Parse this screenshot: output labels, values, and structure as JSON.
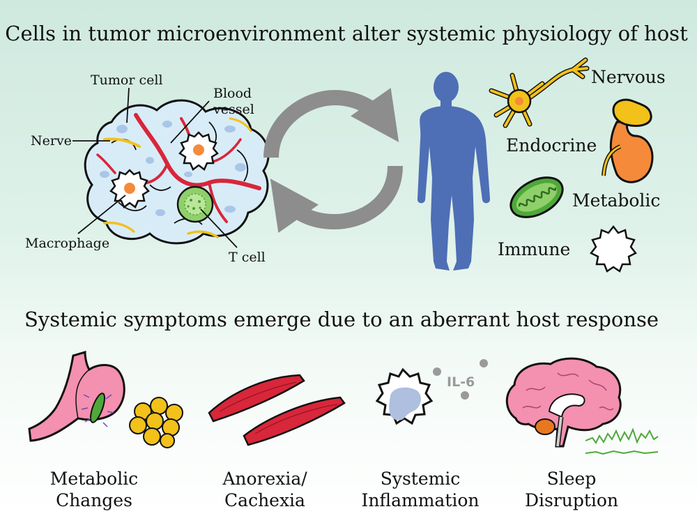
{
  "titles": {
    "top": "Cells in tumor microenvironment alter systemic physiology of host",
    "bottom": "Systemic symptoms emerge due to an aberrant host response"
  },
  "tumor_labels": {
    "tumor_cell": "Tumor cell",
    "blood_vessel_1": "Blood",
    "blood_vessel_2": "vessel",
    "nerve": "Nerve",
    "macrophage": "Macrophage",
    "t_cell": "T cell"
  },
  "systems": {
    "nervous": "Nervous",
    "endocrine": "Endocrine",
    "metabolic": "Metabolic",
    "immune": "Immune"
  },
  "symptoms": [
    {
      "line1": "Metabolic",
      "line2": "Changes"
    },
    {
      "line1": "Anorexia/",
      "line2": "Cachexia"
    },
    {
      "line1": "Systemic",
      "line2": "Inflammation"
    },
    {
      "line1": "Sleep",
      "line2": "Disruption"
    }
  ],
  "cytokine": "IL-6",
  "colors": {
    "vessel": "#d8263a",
    "nerve": "#f2c11a",
    "body": "#4e6fb5",
    "arrow": "#8d8d8d",
    "tcell": "#8fd06a",
    "macrophage_nucleus": "#f58a3a"
  }
}
